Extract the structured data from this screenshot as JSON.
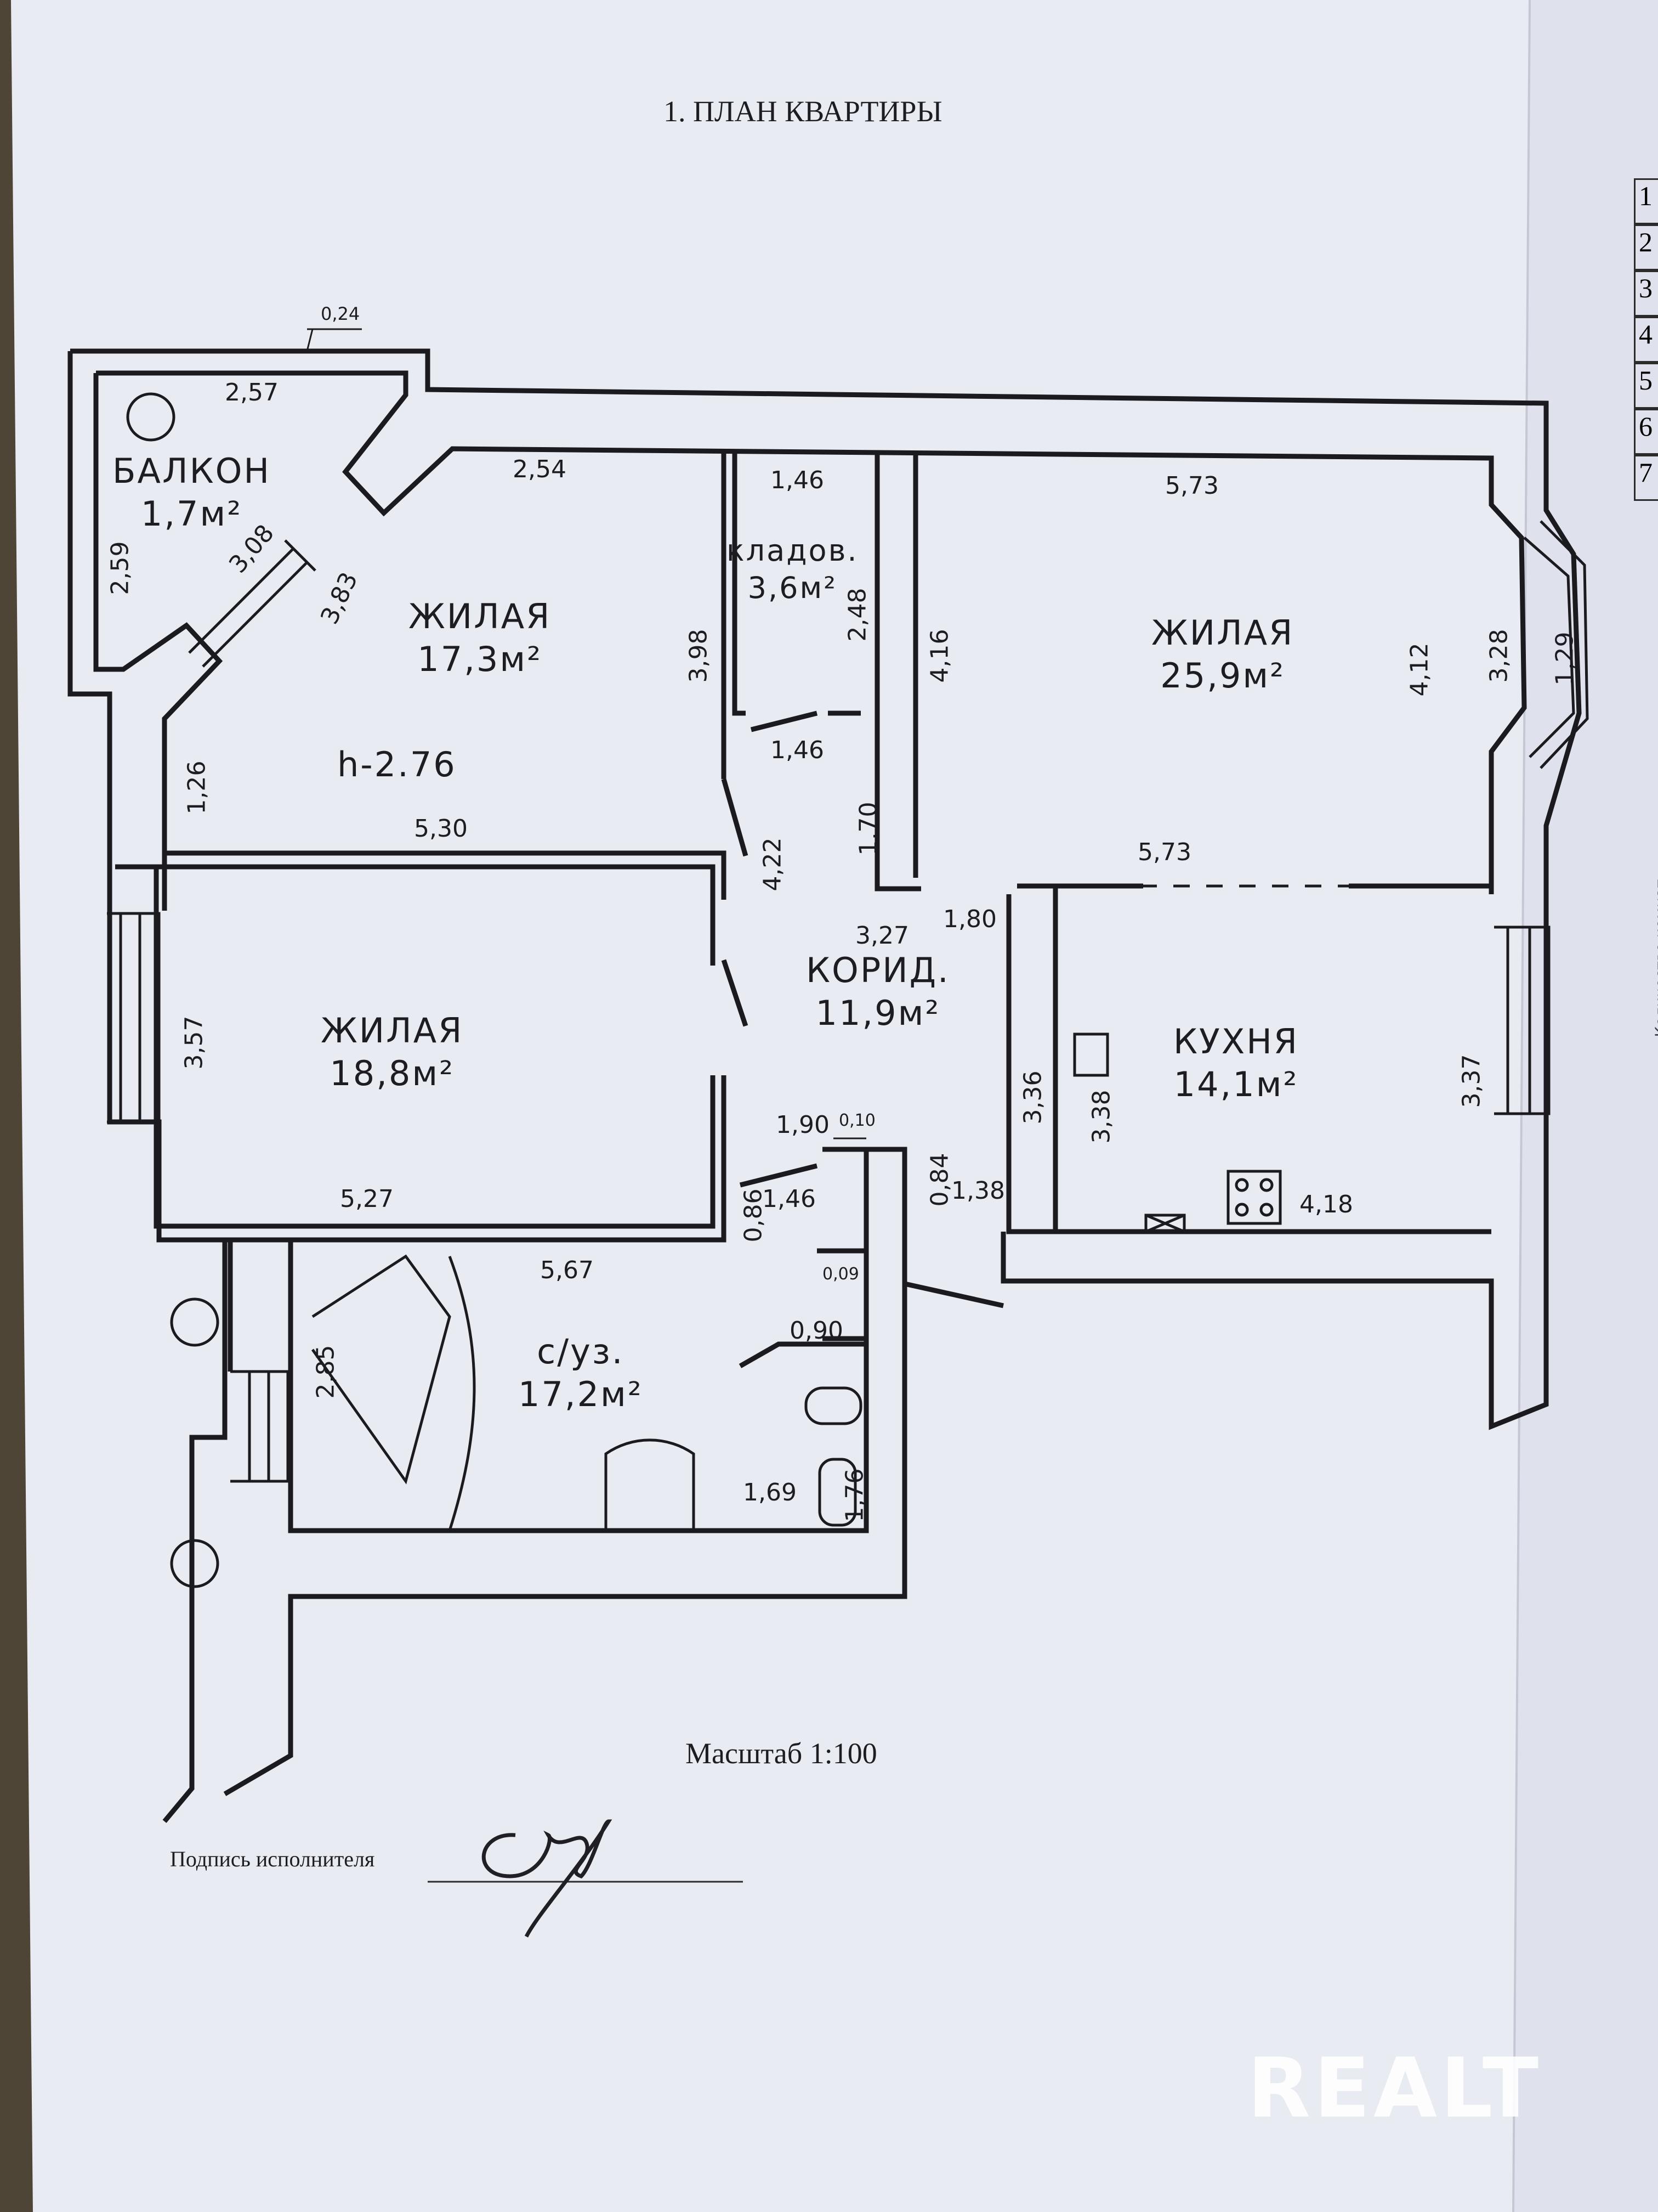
{
  "document": {
    "title": "1. ПЛАН КВАРТИРЫ",
    "scale": "Масштаб 1:100",
    "signature_label": "Подпись исполнителя",
    "watermark": "REALT"
  },
  "rooms": {
    "balcony": {
      "name": "БАЛКОН",
      "area": "1,7м²"
    },
    "storage": {
      "name": "кладов.",
      "area": "3,6м²"
    },
    "living1": {
      "name": "ЖИЛАЯ",
      "area": "17,3м²"
    },
    "height": "h-2.76",
    "living2": {
      "name": "ЖИЛАЯ",
      "area": "25,9м²"
    },
    "living3": {
      "name": "ЖИЛАЯ",
      "area": "18,8м²"
    },
    "corridor": {
      "name": "КОРИД.",
      "area": "11,9м²"
    },
    "kitchen": {
      "name": "КУХНЯ",
      "area": "14,1м²"
    },
    "bathroom": {
      "name": "с/уз.",
      "area": "17,2м²"
    }
  },
  "dimensions": {
    "d024": "0,24",
    "d257": "2,57",
    "d259": "2,59",
    "d308": "3,08",
    "d383": "3,83",
    "d254": "2,54",
    "d146a": "1,46",
    "d248": "2,48",
    "d398": "3,98",
    "d146b": "1,46",
    "d416": "4,16",
    "d573a": "5,73",
    "d412": "4,12",
    "d328": "3,28",
    "d129": "1,29",
    "d126": "1,26",
    "d530": "5,30",
    "d422": "4,22",
    "d170": "1,70",
    "d573b": "5,73",
    "d180": "1,80",
    "d327": "3,27",
    "d357": "3,57",
    "d336": "3,36",
    "d338": "3,38",
    "d337": "3,37",
    "d190": "1,90",
    "d010": "0,10",
    "d086": "0,86",
    "d146c": "1,46",
    "d084": "0,84",
    "d138": "1,38",
    "d527": "5,27",
    "d418": "4,18",
    "d567": "5,67",
    "d009": "0,09",
    "d090": "0,90",
    "d285": "2,85",
    "d169": "1,69",
    "d176": "1,76"
  },
  "side_table": {
    "row_numbers": [
      "1",
      "2",
      "3",
      "4",
      "5",
      "6",
      "7"
    ],
    "rotated_header": "Количество комнат"
  },
  "colors": {
    "paper": "#eef0f8",
    "ink": "#1c1c22",
    "background": "#4f4536"
  }
}
